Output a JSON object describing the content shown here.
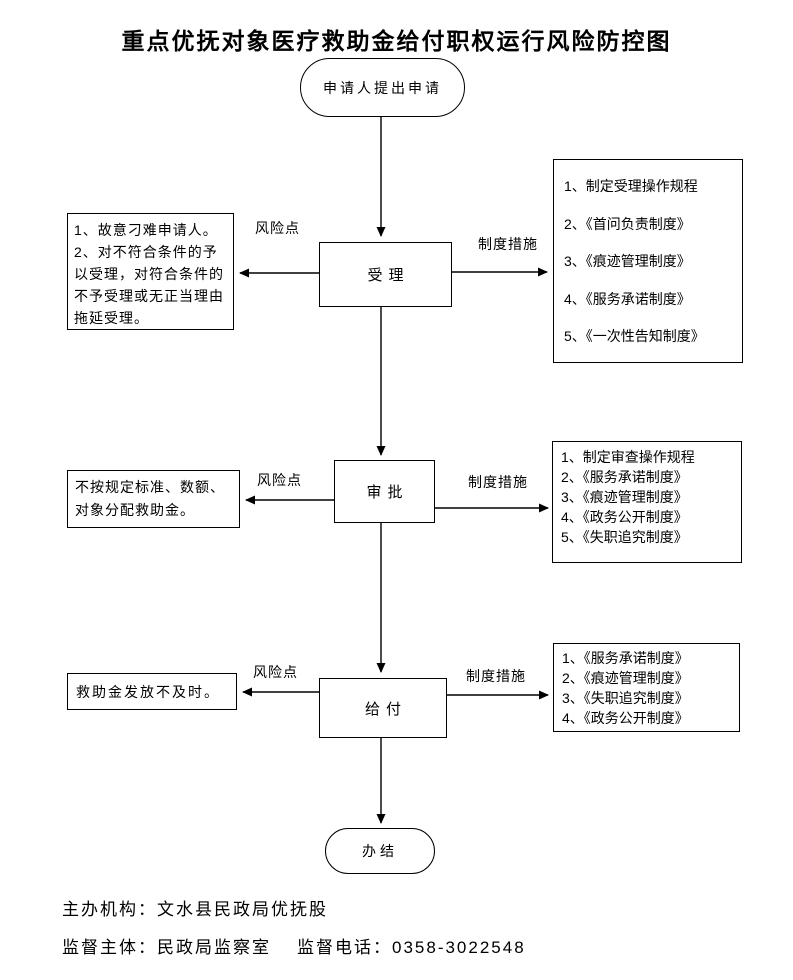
{
  "title": "重点优抚对象医疗救助金给付职权运行风险防控图",
  "flow": {
    "start_label": "申请人提出申请",
    "end_label": "办结",
    "rows": [
      {
        "process": "受理",
        "risk_label": "风险点",
        "measure_label": "制度措施",
        "risks": [
          "1、故意刁难申请人。",
          "2、对不符合条件的予以受理，对符合条件的不予受理或无正当理由拖延受理。"
        ],
        "measures": [
          "1、制定受理操作规程",
          "2、《首问负责制度》",
          "3、《痕迹管理制度》",
          "4、《服务承诺制度》",
          "5、《一次性告知制度》"
        ]
      },
      {
        "process": "审批",
        "risk_label": "风险点",
        "measure_label": "制度措施",
        "risks": [
          "不按规定标准、数额、对象分配救助金。"
        ],
        "measures": [
          "1、制定审查操作规程",
          "2、《服务承诺制度》",
          "3、《痕迹管理制度》",
          "4、《政务公开制度》",
          "5、《失职追究制度》"
        ]
      },
      {
        "process": "给付",
        "risk_label": "风险点",
        "measure_label": "制度措施",
        "risks": [
          "救助金发放不及时。"
        ],
        "measures": [
          "1、《服务承诺制度》",
          "2、《痕迹管理制度》",
          "3、《失职追究制度》",
          "4、《政务公开制度》"
        ]
      }
    ]
  },
  "footer": {
    "organizer": "主办机构：文水县民政局优抚股",
    "supervisor": "监督主体：民政局监察室",
    "phone": "监督电话：0358-3022548"
  },
  "colors": {
    "line": "#000000",
    "background": "#ffffff"
  }
}
